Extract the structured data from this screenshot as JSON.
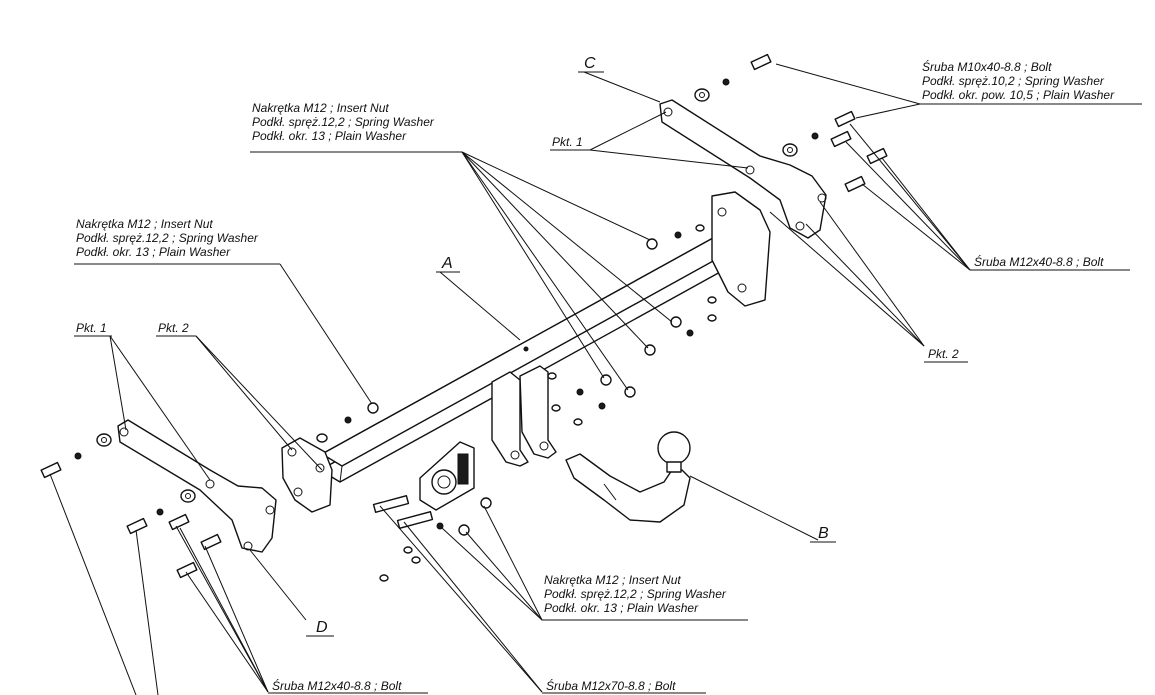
{
  "parts": {
    "a": "A",
    "b": "B",
    "c": "C",
    "d": "D"
  },
  "callouts": {
    "top_right": {
      "line1": "Śruba M10x40-8.8 ;  Bolt",
      "line2": "Podkł. spręż.10,2 ; Spring Washer",
      "line3": "Podkł. okr. pow. 10,5 ; Plain Washer"
    },
    "top_center": {
      "line1": "Nakrętka  M12 ; Insert Nut",
      "line2": "Podkł. spręż.12,2 ; Spring Washer",
      "line3": "Podkł. okr. 13 ; Plain Washer"
    },
    "left_mid": {
      "line1": "Nakrętka  M12 ; Insert Nut",
      "line2": "Podkł. spręż.12,2 ; Spring Washer",
      "line3": "Podkł. okr. 13 ; Plain Washer"
    },
    "bottom_center": {
      "line1": "Nakrętka  M12 ; Insert Nut",
      "line2": "Podkł. spręż.12,2 ; Spring Washer",
      "line3": "Podkł. okr. 13 ; Plain Washer"
    },
    "bolt_right": "Śruba M12x40-8.8 ;  Bolt",
    "bolt_bottom_left": "Śruba M12x40-8.8 ;  Bolt",
    "bolt_bottom_center": "Śruba M12x70-8.8 ;  Bolt",
    "pkt1_top": "Pkt. 1",
    "pkt2_right": "Pkt. 2",
    "pkt1_left": "Pkt. 1",
    "pkt2_left": "Pkt. 2"
  }
}
